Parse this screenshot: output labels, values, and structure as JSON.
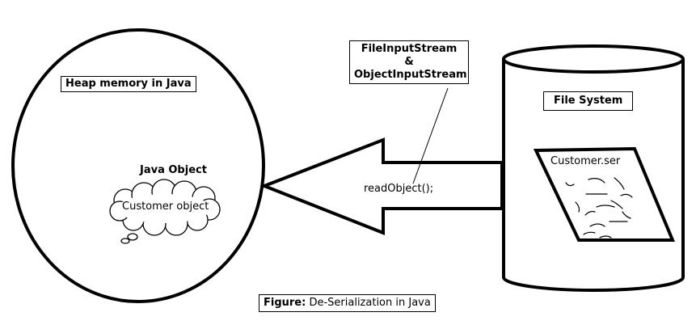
{
  "heap": {
    "title": "Heap memory in Java",
    "object_title": "Java Object",
    "cloud_label": "Customer object"
  },
  "stream": {
    "line1": "FileInputStream",
    "line2": "&",
    "line3": "ObjectInputStream",
    "method": "readObject();"
  },
  "filesystem": {
    "title": "File System",
    "file_name": "Customer.ser"
  },
  "caption": {
    "prefix": "Figure:",
    "text": " De-Serialization in Java"
  }
}
